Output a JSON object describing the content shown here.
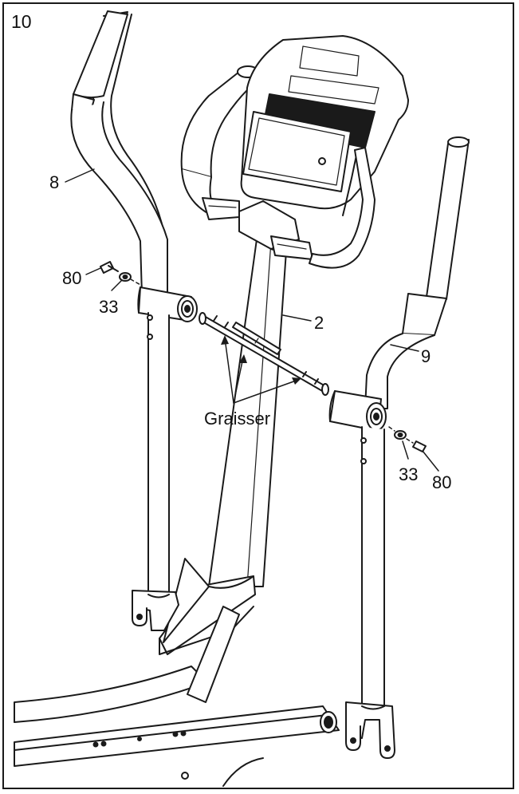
{
  "step_number": "10",
  "callouts": {
    "left_handle": "8",
    "right_handle": "9",
    "upright": "2",
    "bolt_left": "80",
    "washer_left": "33",
    "washer_right": "33",
    "bolt_right": "80"
  },
  "grease_note": "Graisser",
  "colors": {
    "line": "#1a1a1a",
    "display_band": "#1a1a1a",
    "background": "#ffffff"
  }
}
